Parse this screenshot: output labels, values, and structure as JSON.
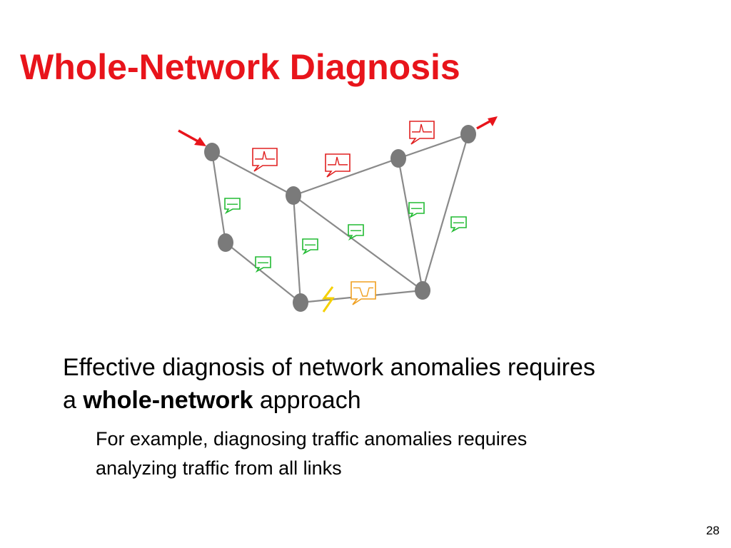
{
  "slide": {
    "title": "Whole-Network Diagnosis",
    "body": {
      "line1": "Effective diagnosis of network anomalies requires",
      "line2_prefix": "a ",
      "line2_bold": "whole-network",
      "line2_suffix": " approach"
    },
    "sub": {
      "line1": "For example, diagnosing traffic anomalies requires",
      "line2": "analyzing traffic from all links"
    },
    "page_number": "28"
  },
  "colors": {
    "title": "#e8141b",
    "node": "#7a7a7a",
    "link": "#8a8a8a",
    "arrow": "#e8141b",
    "spike_callout": "#e02020",
    "normal_callout": "#22bb33",
    "dip_callout": "#f0a020",
    "lightning": "#f5d000"
  },
  "diagram": {
    "nodes": [
      "n1",
      "n2",
      "n3",
      "n4",
      "n5",
      "n6",
      "n7"
    ],
    "links": [
      [
        "n1",
        "n2"
      ],
      [
        "n1",
        "n4"
      ],
      [
        "n2",
        "n3"
      ],
      [
        "n2",
        "n6"
      ],
      [
        "n2",
        "n7"
      ],
      [
        "n3",
        "n5"
      ],
      [
        "n3",
        "n7"
      ],
      [
        "n4",
        "n6"
      ],
      [
        "n6",
        "n7"
      ],
      [
        "n5",
        "n7"
      ]
    ],
    "callouts": [
      {
        "id": "c1",
        "link": [
          "n1",
          "n2"
        ],
        "kind": "spike"
      },
      {
        "id": "c2",
        "link": [
          "n2",
          "n3"
        ],
        "kind": "spike"
      },
      {
        "id": "c3",
        "link": [
          "n3",
          "n5"
        ],
        "kind": "spike"
      },
      {
        "id": "c4",
        "link": [
          "n1",
          "n4"
        ],
        "kind": "normal"
      },
      {
        "id": "c5",
        "link": [
          "n4",
          "n6"
        ],
        "kind": "normal"
      },
      {
        "id": "c6",
        "link": [
          "n2",
          "n6"
        ],
        "kind": "normal"
      },
      {
        "id": "c7",
        "link": [
          "n2",
          "n7"
        ],
        "kind": "normal"
      },
      {
        "id": "c8",
        "link": [
          "n3",
          "n7"
        ],
        "kind": "normal"
      },
      {
        "id": "c9",
        "link": [
          "n5",
          "n7"
        ],
        "kind": "normal"
      },
      {
        "id": "c10",
        "link": [
          "n6",
          "n7"
        ],
        "kind": "dip"
      }
    ],
    "icons": [
      "ingress-arrow-icon",
      "egress-arrow-icon",
      "lightning-bolt-icon",
      "spike-callout-icon",
      "flat-callout-icon",
      "dip-callout-icon"
    ]
  }
}
